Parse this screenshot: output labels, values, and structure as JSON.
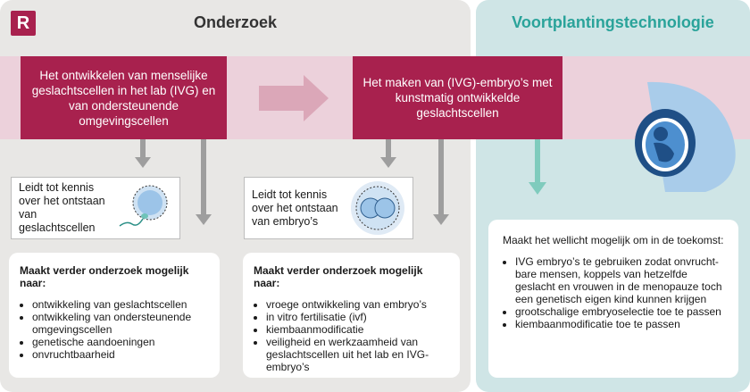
{
  "logo": "R",
  "headings": {
    "left": "Onderzoek",
    "right": "Voortplantingstechnologie"
  },
  "steps": {
    "step1": "Het ontwikkelen van menselijke geslachtscellen in het lab (IVG) en van ondersteunende omgevingscellen",
    "step2": "Het maken van (IVG)-embryo’s met kunstmatig ontwikkelde geslachtscellen"
  },
  "knowledge": {
    "box1": "Leidt tot kennis over het ontstaan van geslachtscellen",
    "box2": "Leidt tot kennis over het ontstaan van embryo’s"
  },
  "cards": {
    "card1": {
      "title": "Maakt verder onderzoek mogelijk naar:",
      "items": [
        "ontwikkeling van geslachtscellen",
        "ontwikkeling van ondersteunende omgevingscellen",
        "genetische aandoeningen",
        "onvruchtbaarheid"
      ]
    },
    "card2": {
      "title": "Maakt verder onderzoek mogelijk naar:",
      "items": [
        "vroege ontwikkeling van embryo’s",
        "in vitro fertilisatie (ivf)",
        "kiembaanmodificatie",
        "veiligheid en werkzaamheid van geslachtscellen uit het lab en IVG-embryo’s"
      ]
    },
    "card3": {
      "title": "Maakt het wellicht mogelijk om in de toekomst:",
      "items": [
        "IVG embryo’s te gebruiken zodat onvrucht-bare mensen, koppels van hetzelfde geslacht en vrouwen in de menopauze toch een genetisch eigen kind kunnen krijgen",
        "grootschalige embryoselectie toe te passen",
        "kiembaanmodificatie toe te passen"
      ]
    }
  },
  "icons": {
    "cell": "sperm-and-egg-icon",
    "embryo": "two-cell-embryo-icon",
    "pregnancy": "pregnant-belly-icon"
  },
  "colors": {
    "accent_red": "#a8214e",
    "accent_teal": "#2aa39a",
    "band_pink": "#ecd1db",
    "panel_gray": "#e8e7e5",
    "panel_teal": "#cfe5e6"
  }
}
